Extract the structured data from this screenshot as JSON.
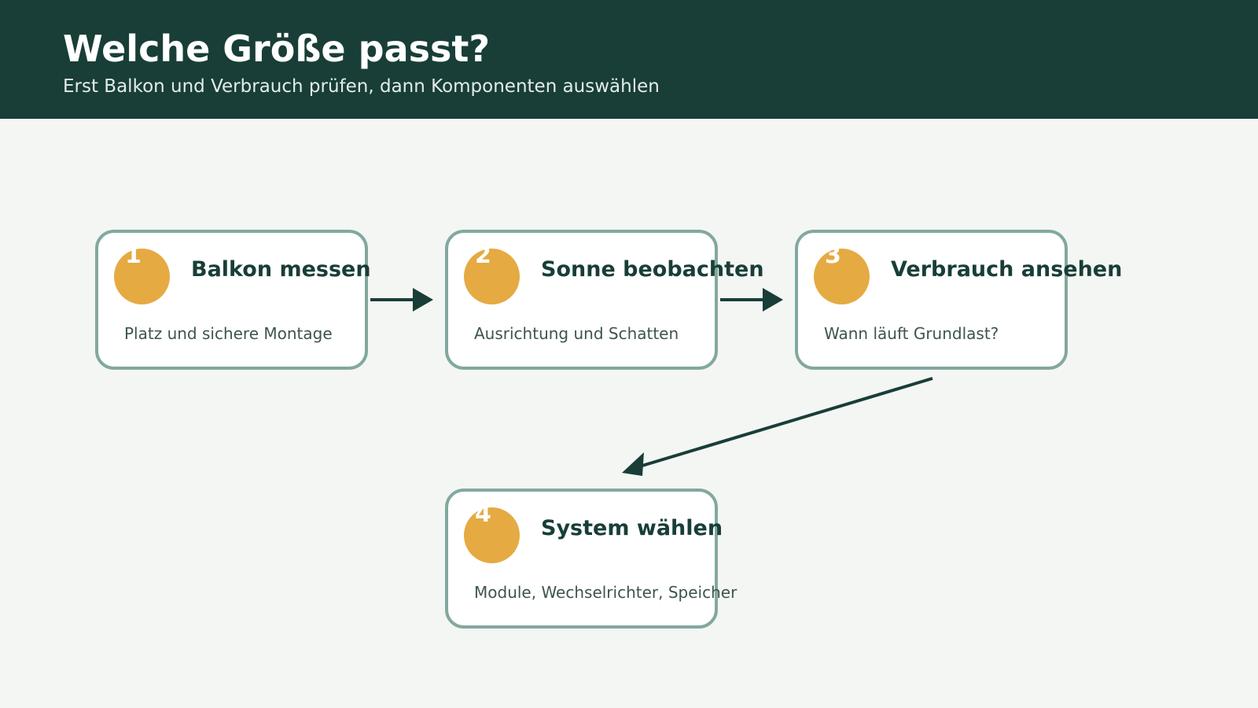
{
  "header": {
    "title": "Welche Größe passt?",
    "subtitle": "Erst Balkon und Verbrauch prüfen, dann Komponenten auswählen"
  },
  "steps": [
    {
      "number": "1",
      "title": "Balkon messen",
      "description": "Platz und sichere Montage"
    },
    {
      "number": "2",
      "title": "Sonne beobachten",
      "description": "Ausrichtung und Schatten"
    },
    {
      "number": "3",
      "title": "Verbrauch ansehen",
      "description": "Wann läuft Grundlast?"
    },
    {
      "number": "4",
      "title": "System wählen",
      "description": "Module, Wechselrichter, Speicher"
    }
  ],
  "colors": {
    "header_background": "#183e37",
    "page_background": "#f4f6f3",
    "card_border": "#82a89f",
    "badge": "#e5aa42",
    "heading_text": "#183e37",
    "arrow": "#183e37"
  }
}
